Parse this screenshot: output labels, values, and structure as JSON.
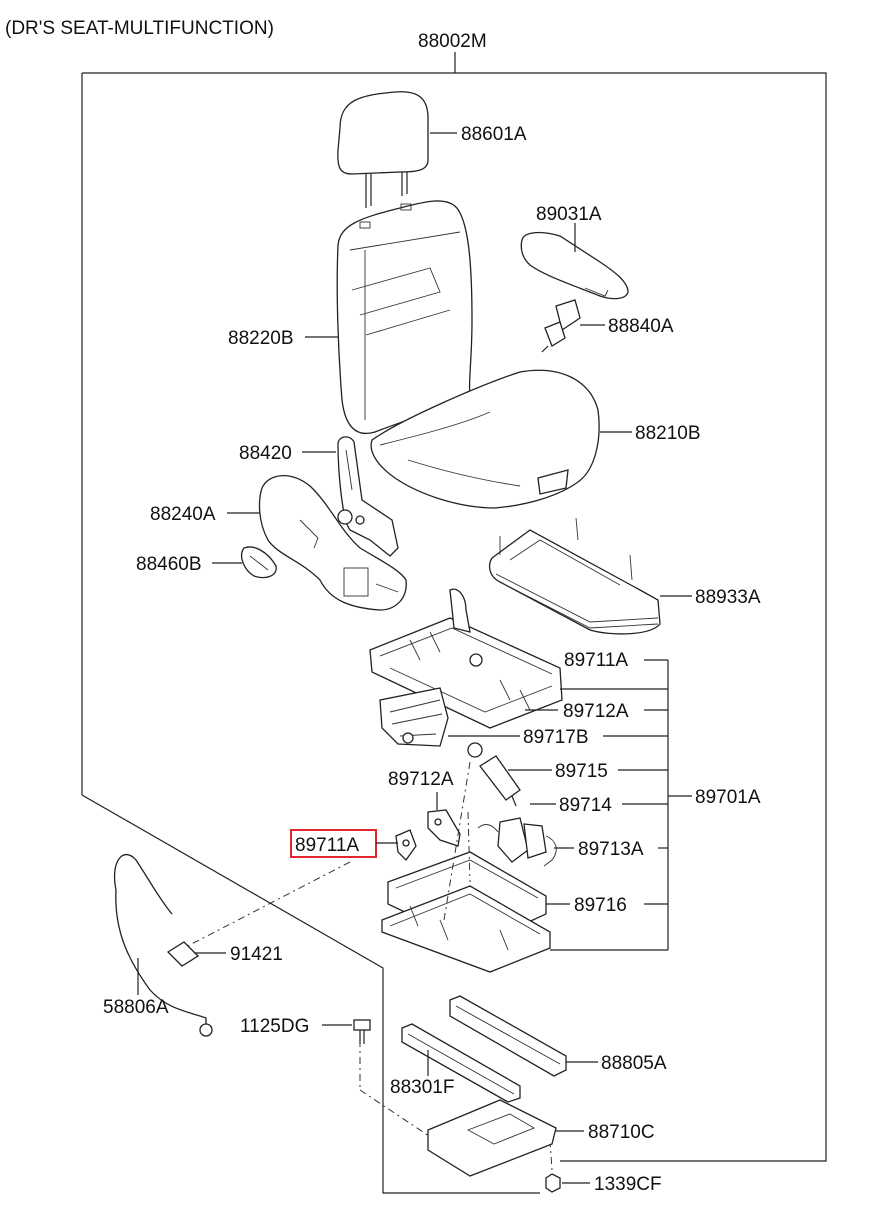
{
  "title": "(DR'S SEAT-MULTIFUNCTION)",
  "assembly_label": "88002M",
  "highlight_color": "#e3262e",
  "parts": {
    "headrest": "88601A",
    "side_cover": "89031A",
    "seatback": "88220B",
    "belt_buckle": "88840A",
    "cushion": "88210B",
    "recliner": "88420",
    "shield": "88240A",
    "knob": "88460B",
    "cushion_frame": "88933A",
    "frame_upper": "89711A",
    "bracket": "89712A",
    "motor_unit": "89717B",
    "actuator": "89715",
    "gear_motor": "89714",
    "lever_bracket": "89712A",
    "highlighted_part": "89711A",
    "wiring": "89713A",
    "assembly_sub": "89701A",
    "frame_lower": "89716",
    "pad": "91421",
    "cable": "58806A",
    "bolt": "1125DG",
    "rail_right": "88805A",
    "rail_left": "88301F",
    "base_plate": "88710C",
    "nut": "1339CF"
  }
}
